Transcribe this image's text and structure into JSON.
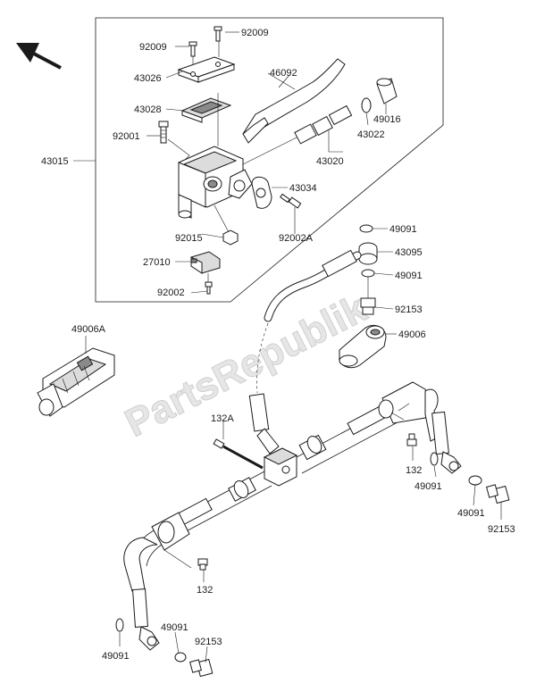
{
  "watermark": "PartsRepublik",
  "colors": {
    "line": "#1a1a1a",
    "watermark": "#e6e6e6",
    "background": "#ffffff"
  },
  "icons": {
    "direction_arrow": "arrow-up-left-icon"
  },
  "parts": [
    {
      "id": "p92009a",
      "label": "92009"
    },
    {
      "id": "p92009b",
      "label": "92009"
    },
    {
      "id": "p46092",
      "label": "46092"
    },
    {
      "id": "p43026",
      "label": "43026"
    },
    {
      "id": "p43028",
      "label": "43028"
    },
    {
      "id": "p49016",
      "label": "49016"
    },
    {
      "id": "p92001",
      "label": "92001"
    },
    {
      "id": "p43022",
      "label": "43022"
    },
    {
      "id": "p43015",
      "label": "43015"
    },
    {
      "id": "p43020",
      "label": "43020"
    },
    {
      "id": "p43034",
      "label": "43034"
    },
    {
      "id": "p92015",
      "label": "92015"
    },
    {
      "id": "p92002A",
      "label": "92002A"
    },
    {
      "id": "p49091a",
      "label": "49091"
    },
    {
      "id": "p43095",
      "label": "43095"
    },
    {
      "id": "p27010",
      "label": "27010"
    },
    {
      "id": "p49091b",
      "label": "49091"
    },
    {
      "id": "p92002",
      "label": "92002"
    },
    {
      "id": "p92153a",
      "label": "92153"
    },
    {
      "id": "p49006A",
      "label": "49006A"
    },
    {
      "id": "p49006",
      "label": "49006"
    },
    {
      "id": "p132A",
      "label": "132A"
    },
    {
      "id": "p132a",
      "label": "132"
    },
    {
      "id": "p49091c",
      "label": "49091"
    },
    {
      "id": "p49091d",
      "label": "49091"
    },
    {
      "id": "p92153b",
      "label": "92153"
    },
    {
      "id": "p132b",
      "label": "132"
    },
    {
      "id": "p49091e",
      "label": "49091"
    },
    {
      "id": "p49091f",
      "label": "49091"
    },
    {
      "id": "p92153c",
      "label": "92153"
    }
  ]
}
